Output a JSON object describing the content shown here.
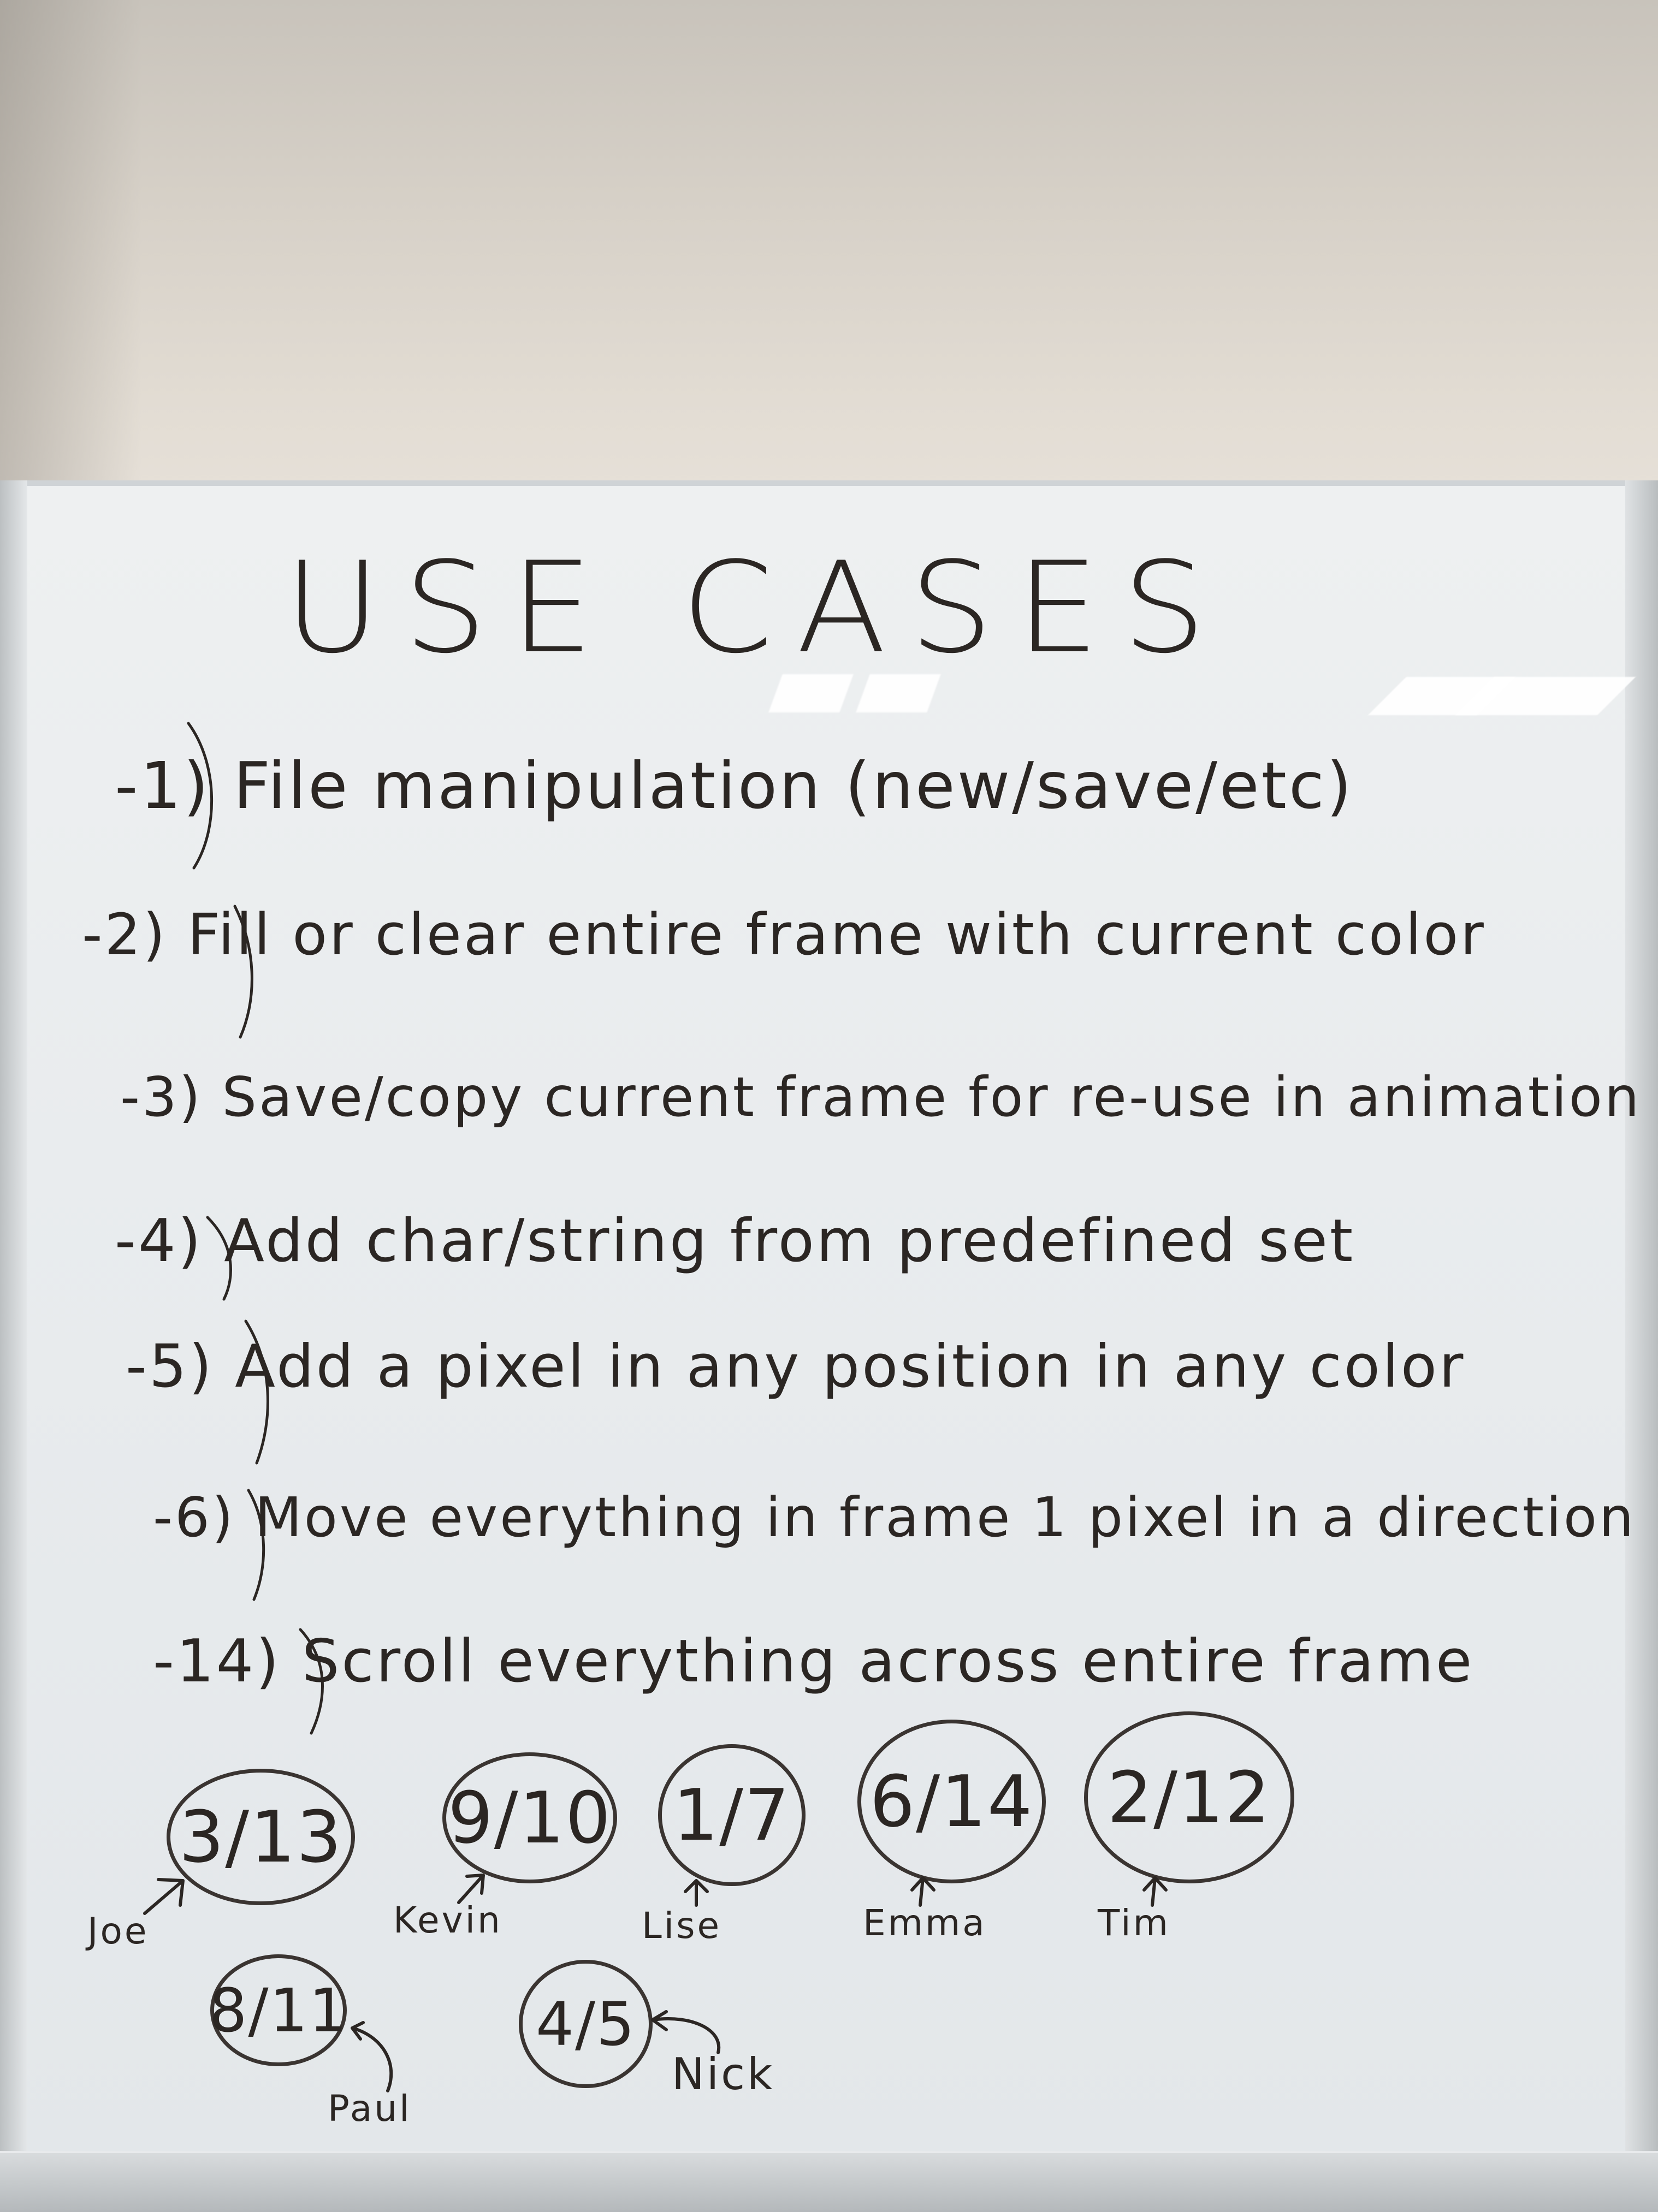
{
  "title": "USE CASES",
  "use_cases": [
    {
      "label": "-1) File manipulation (new/save/etc)"
    },
    {
      "label": "-2) Fill or clear entire frame with current color"
    },
    {
      "label": "-3) Save/copy current frame for re-use in animation"
    },
    {
      "label": "-4) Add char/string from predefined set"
    },
    {
      "label": "-5) Add a pixel in any position in any color"
    },
    {
      "label": "-6) Move everything in frame 1 pixel in a direction"
    },
    {
      "label": "-14) Scroll everything across entire frame"
    }
  ],
  "assignments": [
    {
      "pair": "3/13",
      "name": "Joe"
    },
    {
      "pair": "9/10",
      "name": "Kevin"
    },
    {
      "pair": "1/7",
      "name": "Lise"
    },
    {
      "pair": "6/14",
      "name": "Emma"
    },
    {
      "pair": "2/12",
      "name": "Tim"
    },
    {
      "pair": "8/11",
      "name": "Paul"
    },
    {
      "pair": "4/5",
      "name": "Nick"
    }
  ],
  "colors": {
    "ink": "#2b2623",
    "board": "#e9ecee",
    "wall": "#d6d0c7"
  }
}
